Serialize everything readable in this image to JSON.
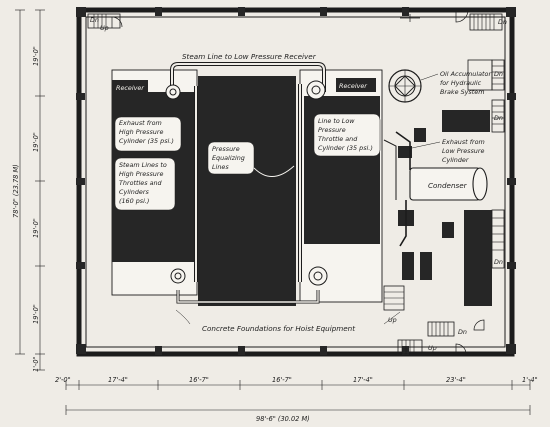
{
  "labels": {
    "steam_line_receiver": "Steam Line to Low Pressure Receiver",
    "receiver_left": "Receiver",
    "receiver_right": "Receiver",
    "exhaust_hp": [
      "Exhaust from",
      "High Pressure",
      "Cylinder (35 psi.)"
    ],
    "steam_lines_hp": [
      "Steam Lines to",
      "High Pressure",
      "Throttles and",
      "Cylinders",
      "(160 psi.)"
    ],
    "pressure_equalizing": [
      "Pressure",
      "Equalizing",
      "Lines"
    ],
    "line_low_pressure": [
      "Line to Low",
      "Pressure",
      "Throttle and",
      "Cylinder (35 psi.)"
    ],
    "oil_accumulator": [
      "Oil Accumulator",
      "for Hydraulic",
      "Brake System"
    ],
    "exhaust_lp": [
      "Exhaust from",
      "Low Pressure",
      "Cylinder"
    ],
    "condenser": "Condenser",
    "concrete_foundations": "Concrete Foundations for Hoist Equipment",
    "up_left": "Up",
    "dn_top_left": "Dn",
    "dn_top_right": "Dn",
    "dn_right_a": "Dn",
    "dn_right_b": "Dn",
    "dn_right_c": "Dn",
    "up_stair": "Up",
    "dn_bottom": "Dn",
    "up_bottom": "Up"
  },
  "dimensions": {
    "bottom_segments": [
      "2'-0\"",
      "17'-4\"",
      "16'-7\"",
      "16'-7\"",
      "17'-4\"",
      "23'-4\"",
      "1'-4\""
    ],
    "bottom_total": "98'-6\" (30.02 M)",
    "left_segments": [
      "19'-0\"",
      "19'-0\"",
      "19'-0\"",
      "19'-0\"",
      "1'-0\""
    ],
    "left_total": "78'-0\" (23.78 M)"
  },
  "colors": {
    "fill": "#262626",
    "line": "#1c1c1c",
    "paper": "#efece6"
  }
}
